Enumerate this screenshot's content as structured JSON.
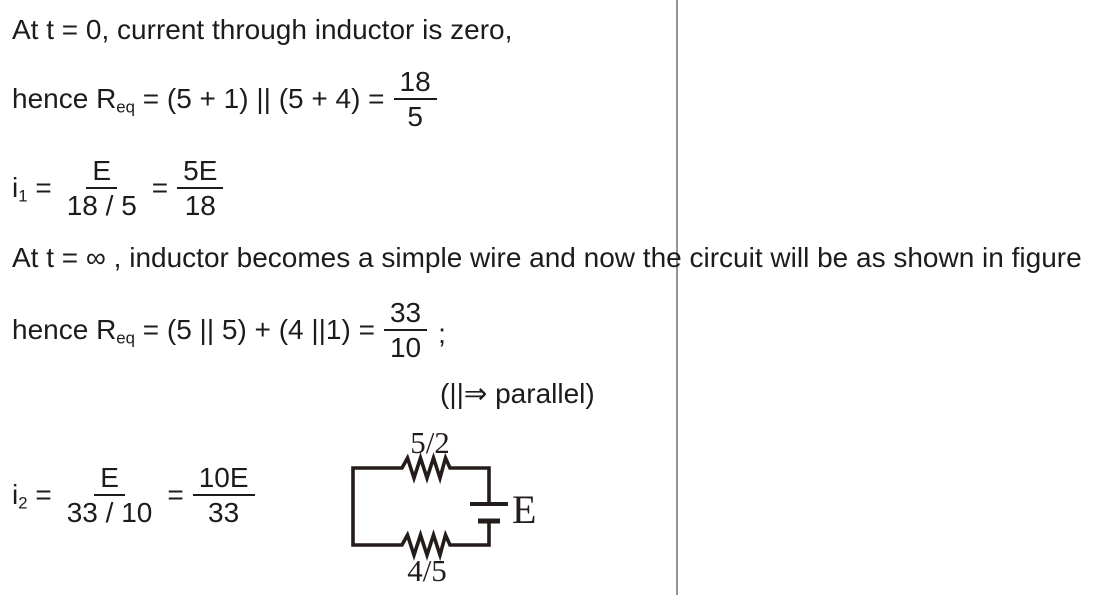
{
  "page": {
    "background": "#ffffff",
    "text_color": "#1c1c1c",
    "divider_color": "#949494",
    "circuit_stroke": "#241c1a"
  },
  "content": {
    "line1": "At t = 0, current through inductor is zero,",
    "line2": {
      "pre": "hence R",
      "sub": "eq",
      "mid": " = (5 + 1) || (5 + 4) =",
      "frac": {
        "num": "18",
        "den": "5"
      }
    },
    "line3": {
      "pre": "i",
      "sub": "1",
      "eq1": " =",
      "frac_a": {
        "num": "E",
        "den": "18 / 5"
      },
      "eq2": "=",
      "frac_b": {
        "num": "5E",
        "den": "18"
      }
    },
    "line4": "At t = ∞ , inductor becomes a simple wire and now the circuit will be as shown in figure",
    "line5": {
      "pre": "hence R",
      "sub": "eq",
      "mid": " = (5 || 5) + (4 ||1) =",
      "frac": {
        "num": "33",
        "den": "10"
      },
      "suffix": ";"
    },
    "line6": "(||⇒ parallel)",
    "line7": {
      "pre": "i",
      "sub": "2",
      "eq1": " =",
      "frac_a": {
        "num": "E",
        "den": "33 / 10"
      },
      "eq2": "=",
      "frac_b": {
        "num": "10E",
        "den": "33"
      }
    },
    "circuit": {
      "top_resistor_label": "5/2",
      "bottom_resistor_label": "4/5",
      "battery_label": "E"
    }
  }
}
